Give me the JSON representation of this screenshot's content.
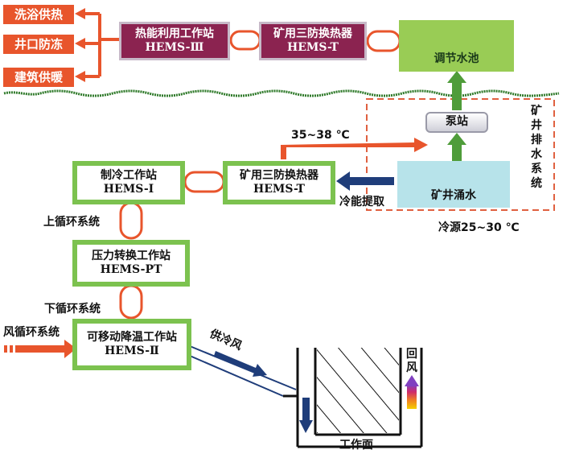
{
  "heat_uses": [
    "洗浴供热",
    "井口防冻",
    "建筑供暖"
  ],
  "stations": {
    "hems3": {
      "name": "热能利用工作站",
      "code": "HEMS-Ⅲ"
    },
    "hemsT_top": {
      "name": "矿用三防换热器",
      "code": "HEMS-T"
    },
    "pool": {
      "name": "调节水池"
    },
    "pump": {
      "name": "泵站"
    },
    "mine_water": {
      "name": "矿井涌水"
    },
    "hems1": {
      "name": "制冷工作站",
      "code": "HEMS-Ⅰ"
    },
    "hemsT_mid": {
      "name": "矿用三防换热器",
      "code": "HEMS-T"
    },
    "hemsPT": {
      "name": "压力转换工作站",
      "code": "HEMS-PT"
    },
    "hems2": {
      "name": "可移动降温工作站",
      "code": "HEMS-Ⅱ"
    }
  },
  "labels": {
    "temp_high": "35~38 ℃",
    "cold_extract": "冷能提取",
    "mine_drain_system": "矿井排水系统",
    "cold_source": "冷源25~30 ℃",
    "upper_loop": "上循环系统",
    "lower_loop": "下循环系统",
    "air_loop": "风循环系统",
    "cold_supply_air": "供冷风",
    "return_air": "回风",
    "work_face": "工作面"
  },
  "colors": {
    "orange": "#e8552c",
    "maroon": "#8b2350",
    "green_border": "#7cc24f",
    "pool_green": "#99cc55",
    "mine_blue": "#b7e3ea",
    "navy": "#1f3d7a",
    "dashed_red": "#e06040"
  }
}
